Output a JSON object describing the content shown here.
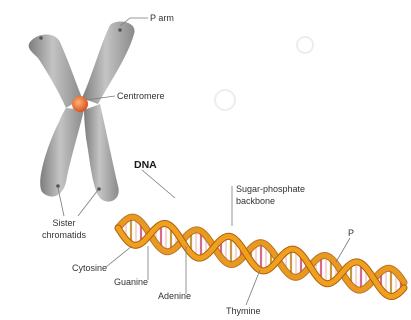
{
  "diagram": {
    "labels": {
      "p_arm": "P arm",
      "centromere": "Centromere",
      "dna": "DNA",
      "sugar_phosphate_1": "Sugar-phosphate",
      "sugar_phosphate_2": "backbone",
      "sister_1": "Sister",
      "sister_2": "chromatids",
      "cytosine": "Cytosine",
      "guanine": "Guanine",
      "adenine": "Adenine",
      "thymine": "Thymine",
      "p_small": "P"
    },
    "colors": {
      "chromosome": "#9c9c9c",
      "centromere": "#e8743b",
      "backbone": "#f0a020",
      "base_pairs": [
        "#d86a8a",
        "#ffffff",
        "#c89a40",
        "#ffffff"
      ]
    }
  }
}
